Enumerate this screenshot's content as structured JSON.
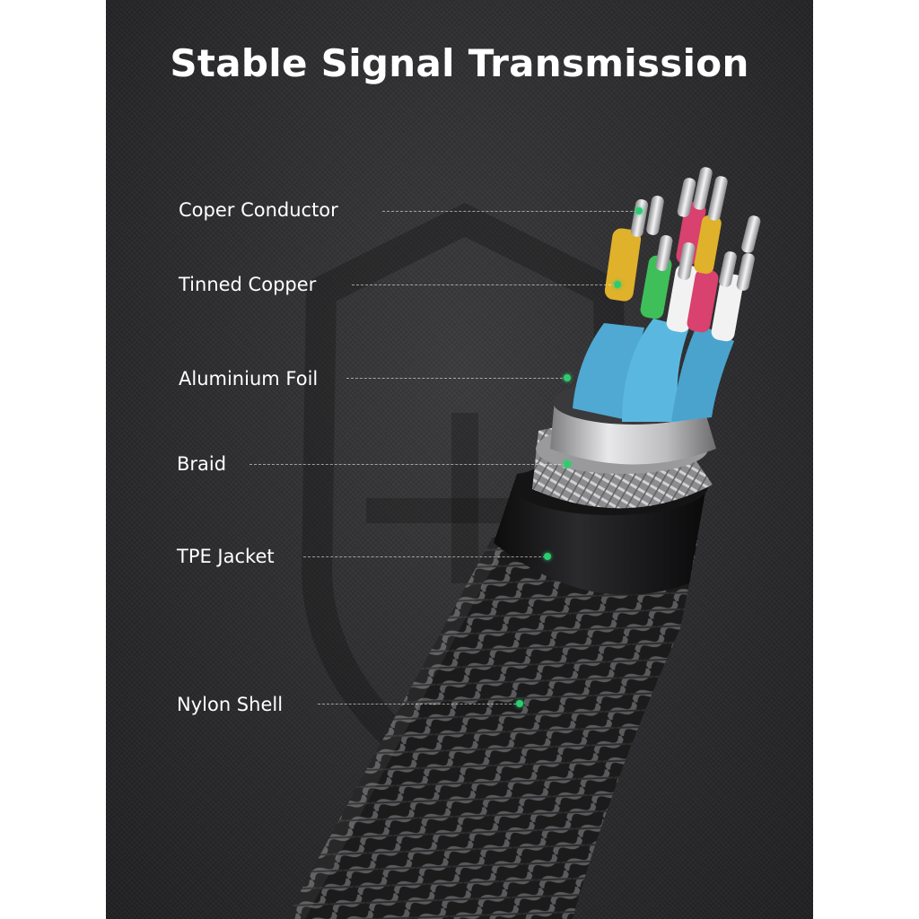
{
  "title": "Stable Signal Transmission",
  "layers": [
    {
      "label": "Coper Conductor"
    },
    {
      "label": "Tinned Copper"
    },
    {
      "label": "Aluminium Foil"
    },
    {
      "label": "Braid"
    },
    {
      "label": "TPE Jacket"
    },
    {
      "label": "Nylon Shell"
    }
  ],
  "colors": {
    "background": "#2b2b2d",
    "text": "#ffffff",
    "marker": "#2ecc71",
    "conductor_wires": [
      "#e0b12a",
      "#3fbf5a",
      "#d9416e",
      "#f2f2f2",
      "#5ab8e0"
    ]
  }
}
